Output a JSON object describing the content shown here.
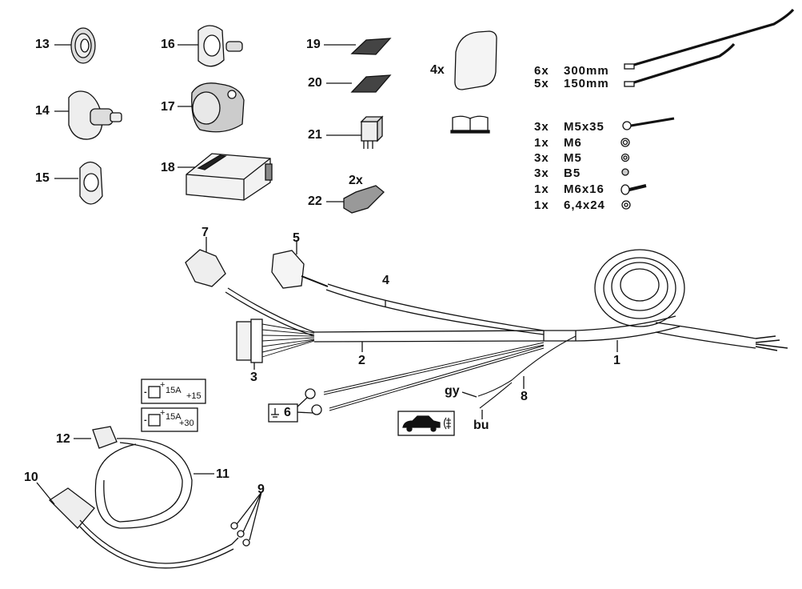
{
  "diagram": {
    "title": "Towbar wiring kit parts overview",
    "parts": [
      {
        "id": "1",
        "label": "1",
        "name": "main-cable"
      },
      {
        "id": "2",
        "label": "2",
        "name": "branch-cable"
      },
      {
        "id": "3",
        "label": "3",
        "name": "multi-pin-connector"
      },
      {
        "id": "4",
        "label": "4",
        "name": "cable-branch"
      },
      {
        "id": "5",
        "label": "5",
        "name": "connector"
      },
      {
        "id": "6",
        "label": "6",
        "name": "ground-terminals"
      },
      {
        "id": "7",
        "label": "7",
        "name": "connector"
      },
      {
        "id": "8",
        "label": "8",
        "name": "two-wire-lead"
      },
      {
        "id": "9",
        "label": "9",
        "name": "ring-terminals"
      },
      {
        "id": "10",
        "label": "10",
        "name": "fuse-holders"
      },
      {
        "id": "11",
        "label": "11",
        "name": "power-cable"
      },
      {
        "id": "12",
        "label": "12",
        "name": "connector"
      },
      {
        "id": "13",
        "label": "13",
        "name": "grommet"
      },
      {
        "id": "14",
        "label": "14",
        "name": "grommet-sleeve"
      },
      {
        "id": "15",
        "label": "15",
        "name": "gasket"
      },
      {
        "id": "16",
        "label": "16",
        "name": "socket-seal"
      },
      {
        "id": "17",
        "label": "17",
        "name": "socket"
      },
      {
        "id": "18",
        "label": "18",
        "name": "control-module"
      },
      {
        "id": "19",
        "label": "19",
        "name": "adhesive-pad"
      },
      {
        "id": "20",
        "label": "20",
        "name": "adhesive-pad"
      },
      {
        "id": "21",
        "label": "21",
        "name": "relay"
      },
      {
        "id": "22",
        "label": "22",
        "name": "cable-clip"
      }
    ],
    "quantities": {
      "clip": "2x",
      "pad": "4x"
    },
    "wire_colors": {
      "gy": "gy",
      "bu": "bu"
    },
    "cable_ties": [
      {
        "qty": "6x",
        "size": "300mm"
      },
      {
        "qty": "5x",
        "size": "150mm"
      }
    ],
    "hardware": [
      {
        "qty": "3x",
        "size": "M5x35",
        "icon": "screw-icon"
      },
      {
        "qty": "1x",
        "size": "M6",
        "icon": "nut-icon"
      },
      {
        "qty": "3x",
        "size": "M5",
        "icon": "nut-icon"
      },
      {
        "qty": "3x",
        "size": "B5",
        "icon": "spring-washer-icon"
      },
      {
        "qty": "1x",
        "size": "M6x16",
        "icon": "bolt-icon"
      },
      {
        "qty": "1x",
        "size": "6,4x24",
        "icon": "washer-icon"
      }
    ],
    "legend_boxes": {
      "ignition": {
        "fuse": "15A",
        "terminal": "+15",
        "minus": "-",
        "plus": "+"
      },
      "permanent": {
        "fuse": "15A",
        "terminal": "+30",
        "minus": "-",
        "plus": "+"
      },
      "ground_label": "6",
      "fog_light_icon": "car-fog-light-icon"
    }
  }
}
